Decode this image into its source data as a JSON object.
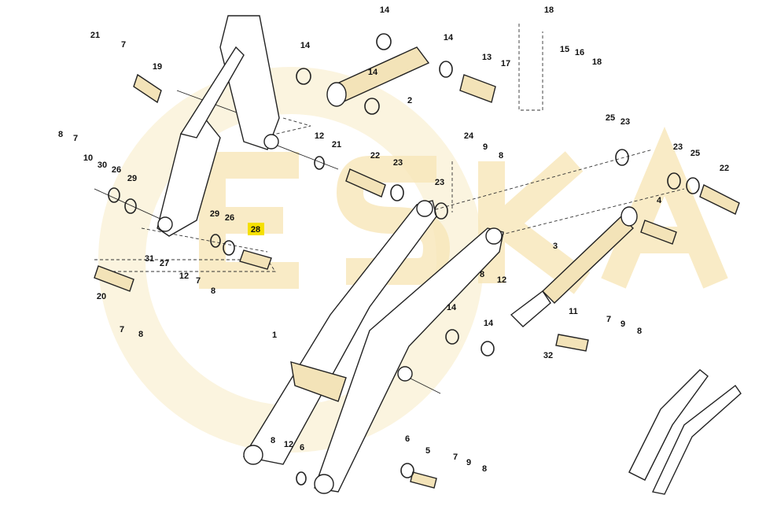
{
  "diagram": {
    "title_logo": "ESKA",
    "highlighted_part": "28",
    "highlight_color": "#f5e000",
    "callouts": [
      "14",
      "18",
      "21",
      "7",
      "14",
      "14",
      "13",
      "17",
      "15",
      "16",
      "18",
      "19",
      "14",
      "2",
      "25",
      "23",
      "8",
      "7",
      "12",
      "21",
      "24",
      "9",
      "8",
      "10",
      "30",
      "26",
      "29",
      "22",
      "23",
      "23",
      "23",
      "25",
      "22",
      "4",
      "29",
      "26",
      "28",
      "3",
      "31",
      "27",
      "8",
      "12",
      "12",
      "7",
      "8",
      "20",
      "14",
      "11",
      "1",
      "14",
      "7",
      "9",
      "8",
      "7",
      "8",
      "32",
      "8",
      "12",
      "6",
      "6",
      "5",
      "7",
      "9",
      "8"
    ]
  }
}
